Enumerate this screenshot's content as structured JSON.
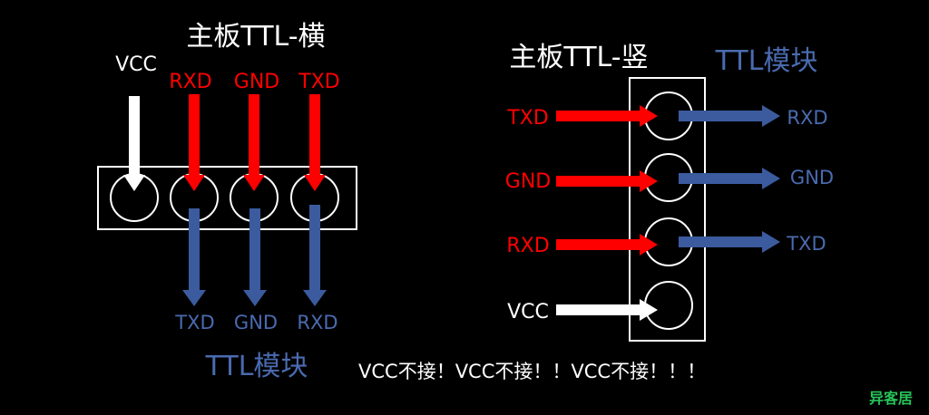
{
  "colors": {
    "background": "#000000",
    "white": "#ffffff",
    "red": "#ff0000",
    "blue": "#3b5b9e",
    "label_blue": "#4a6bb0",
    "watermark": "#27c35a"
  },
  "horizontal": {
    "title": "主板TTL-横",
    "board_pins": [
      "VCC",
      "RXD",
      "GND",
      "TXD"
    ],
    "module_pins": [
      "TXD",
      "GND",
      "RXD"
    ],
    "module_label": "TTL模块"
  },
  "vertical": {
    "title": "主板TTL-竖",
    "module_label": "TTL模块",
    "board_pins": [
      "TXD",
      "GND",
      "RXD",
      "VCC"
    ],
    "module_pins": [
      "RXD",
      "GND",
      "TXD"
    ]
  },
  "warning": "VCC不接！VCC不接！！VCC不接！！！",
  "watermark": "异客居"
}
